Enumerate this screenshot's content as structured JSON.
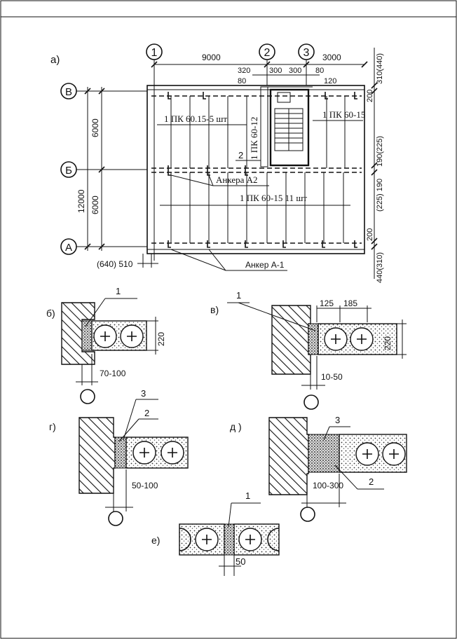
{
  "plan": {
    "label": "а)",
    "axes_cols": [
      "1",
      "2",
      "3"
    ],
    "axes_rows": [
      "В",
      "Б",
      "А"
    ],
    "dims_top": [
      "9000",
      "3000",
      "320",
      "300",
      "300",
      "80",
      "80",
      "120"
    ],
    "dims_left": [
      "6000",
      "6000",
      "12000"
    ],
    "dims_right": [
      "310(440)",
      "200",
      "190(225)",
      "(225) 190",
      "200",
      "440(310)"
    ],
    "dim_bottom_left": "(640) 510",
    "panel_label_1": "1 ПК 60.15-5 шт",
    "panel_label_2": "1 ПК 60-12",
    "panel_label_3": "1 ПК 60-15",
    "panel_label_4": "1 ПК 60-15 11 шт",
    "callout_2": "2",
    "anchor_a2": "Анкера А2",
    "anchor_a1": "Анкер А-1"
  },
  "detail_b": {
    "label": "б)",
    "callout": "1",
    "dim_h": "220",
    "dim_gap": "70-100"
  },
  "detail_v": {
    "label": "в)",
    "callout": "1",
    "dim_1": "125",
    "dim_2": "185",
    "dim_h": "220",
    "dim_gap": "10-50"
  },
  "detail_g": {
    "label": "г)",
    "callout_3": "3",
    "callout_2": "2",
    "dim_gap": "50-100"
  },
  "detail_d": {
    "label": "д )",
    "callout_3": "3",
    "callout_2": "2",
    "dim_gap": "100-300"
  },
  "detail_e": {
    "label": "е)",
    "callout": "1",
    "dim_gap": "50"
  }
}
